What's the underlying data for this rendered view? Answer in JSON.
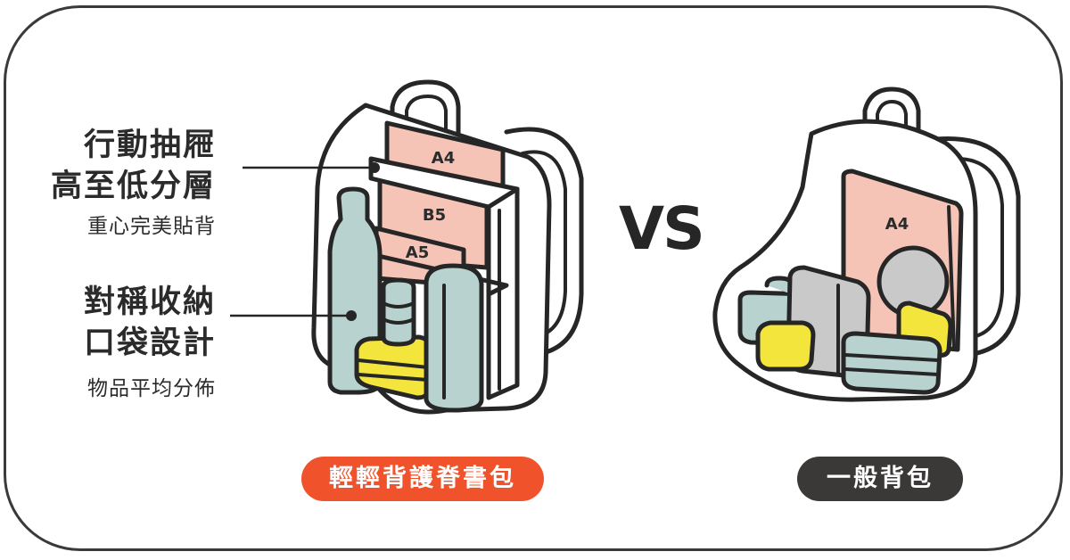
{
  "left_callouts": [
    {
      "title_lines": [
        "行動抽屜",
        "高至低分層"
      ],
      "subtitle": "重心完美貼背"
    },
    {
      "title_lines": [
        "對稱收納",
        "口袋設計"
      ],
      "subtitle": "物品平均分佈"
    }
  ],
  "left_book_labels": {
    "a4": "A4",
    "b5": "B5",
    "a5": "A5"
  },
  "right_book_label": "A4",
  "vs_text": "VS",
  "left_pill": {
    "label": "輕輕背護脊書包",
    "color": "#f0532c"
  },
  "right_pill": {
    "label": "一般背包",
    "color": "#3b3838"
  },
  "colors": {
    "outline": "#262626",
    "book": "#f6c4b6",
    "bottle": "#b8d3cf",
    "yellow": "#f4e53d",
    "grey": "#c9c9c9"
  }
}
